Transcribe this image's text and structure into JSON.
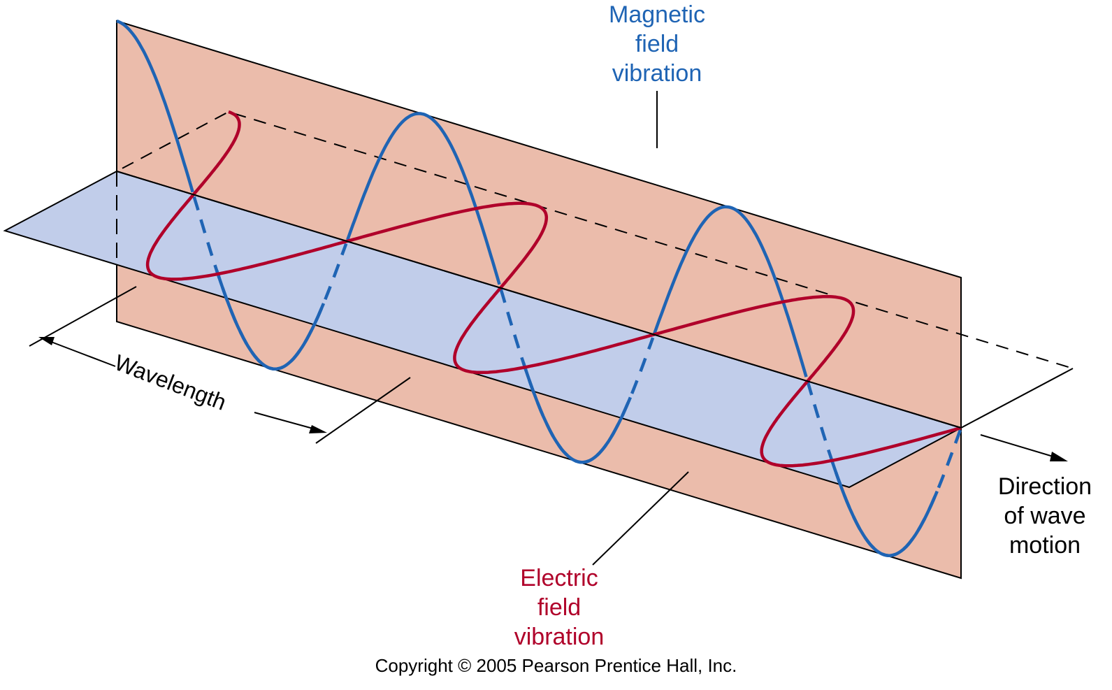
{
  "title": "Electromagnetic wave: perpendicular electric and magnetic field vibrations",
  "labels": {
    "magnetic": [
      "Magnetic",
      "field",
      "vibration"
    ],
    "electric": [
      "Electric",
      "field",
      "vibration"
    ],
    "direction": [
      "Direction",
      "of wave",
      "motion"
    ],
    "wavelength": "Wavelength",
    "copyright": "Copyright © 2005 Pearson Prentice Hall, Inc."
  },
  "colors": {
    "magnetic_wave": "#1f64b4",
    "electric_wave": "#b0002a",
    "vertical_plane": "#ebbcab",
    "horizontal_plane": "#c1cdea",
    "outline": "#000000",
    "background": "#ffffff"
  },
  "wave": {
    "cycles_shown": 2.75,
    "magnetic_plane": "vertical",
    "electric_plane": "horizontal",
    "phase_relation": "in phase"
  }
}
